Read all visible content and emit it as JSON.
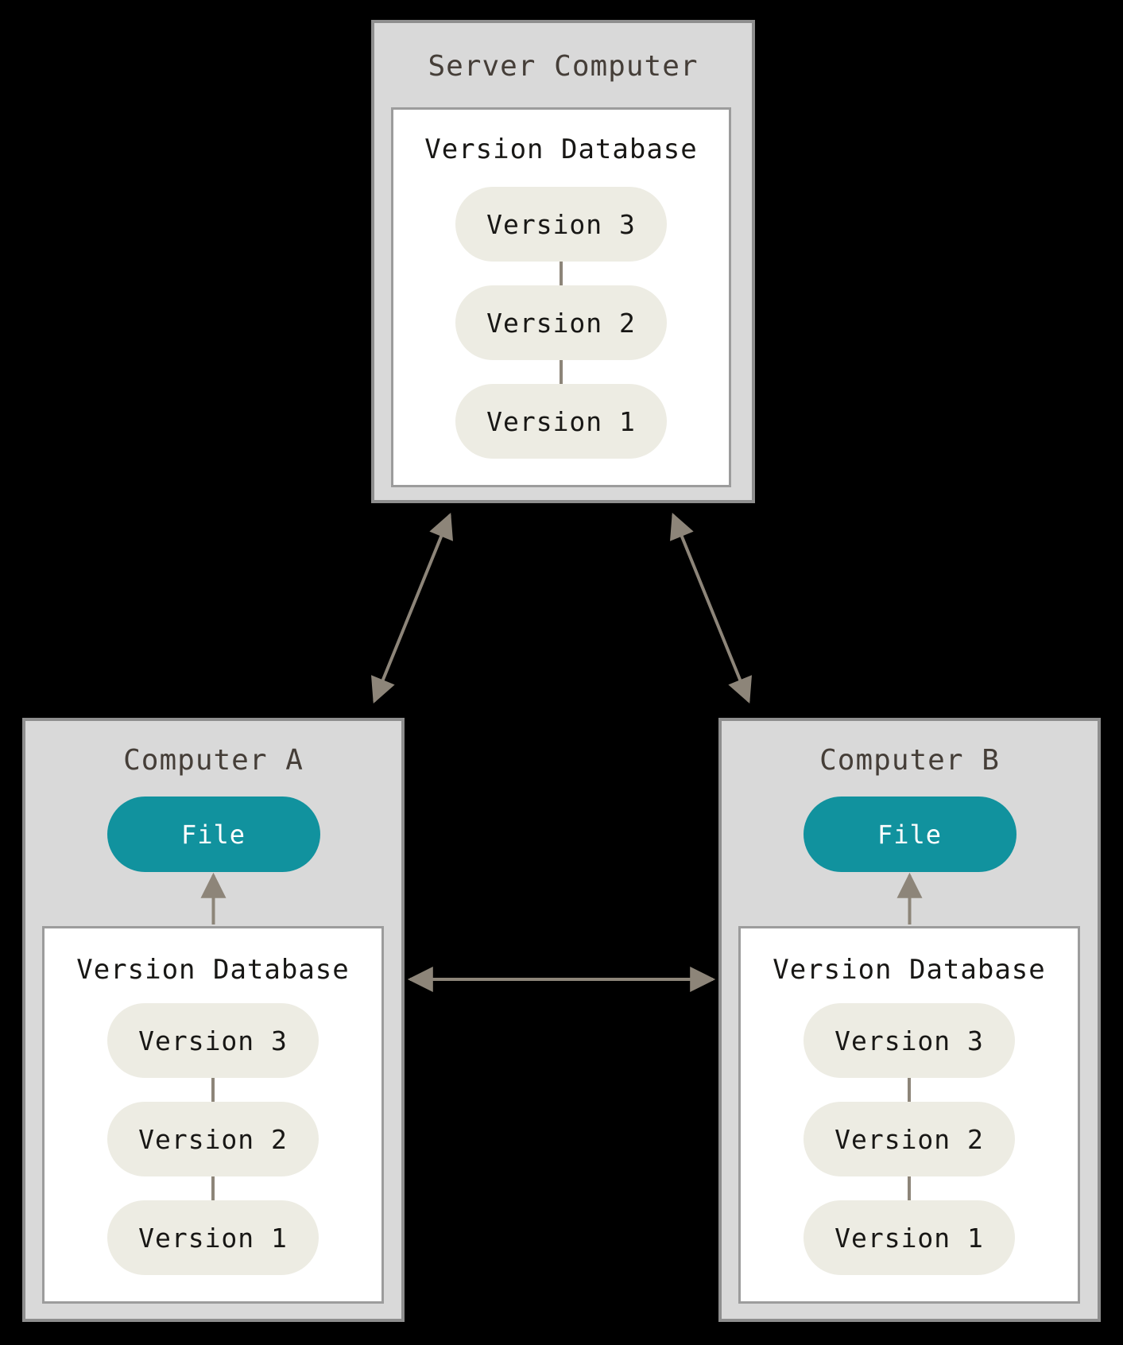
{
  "colors": {
    "background": "#000000",
    "panel_fill": "#D9D9D9",
    "panel_border": "#8E8E8E",
    "card_fill": "#FFFFFF",
    "card_border": "#9C9C9C",
    "version_pill_fill": "#EDECE3",
    "version_pill_text": "#181715",
    "file_pill_fill": "#11929E",
    "file_pill_text": "#FFFFFF",
    "panel_title_text": "#453E38",
    "arrow": "#8D8579"
  },
  "server": {
    "title": "Server Computer",
    "database": {
      "title": "Version Database",
      "versions": [
        "Version 3",
        "Version 2",
        "Version 1"
      ]
    }
  },
  "computer_a": {
    "title": "Computer A",
    "file_label": "File",
    "database": {
      "title": "Version Database",
      "versions": [
        "Version 3",
        "Version 2",
        "Version 1"
      ]
    }
  },
  "computer_b": {
    "title": "Computer B",
    "file_label": "File",
    "database": {
      "title": "Version Database",
      "versions": [
        "Version 3",
        "Version 2",
        "Version 1"
      ]
    }
  }
}
